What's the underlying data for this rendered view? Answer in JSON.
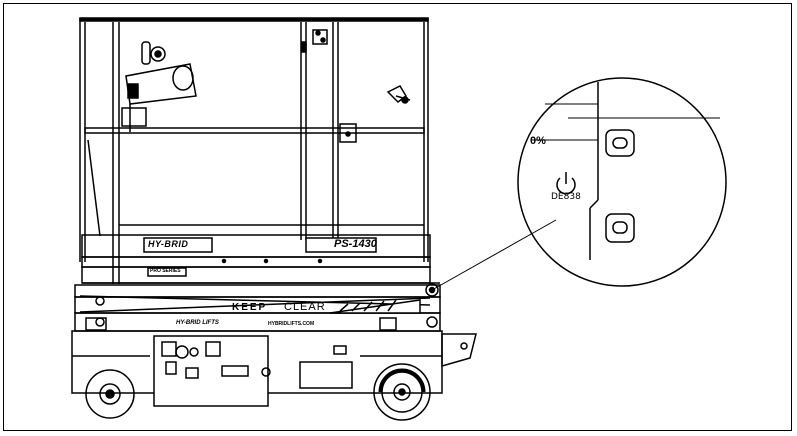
{
  "illustration": {
    "brand_label": "HY-BRID",
    "model_label": "PS-1430",
    "series_label": "PRO SERIES",
    "warning_words": [
      "KEEP",
      "CLEAR"
    ],
    "company_label": "HY-BRID LIFTS",
    "website_label": "HYBRIDLIFTS.COM"
  },
  "detail_callout": {
    "percent_fragment": "0%",
    "power_icon": "power-icon",
    "part_code": "DE838",
    "buttons": [
      "upper-oval-button",
      "lower-oval-button"
    ]
  },
  "colors": {
    "line": "#000000",
    "background": "#ffffff"
  }
}
